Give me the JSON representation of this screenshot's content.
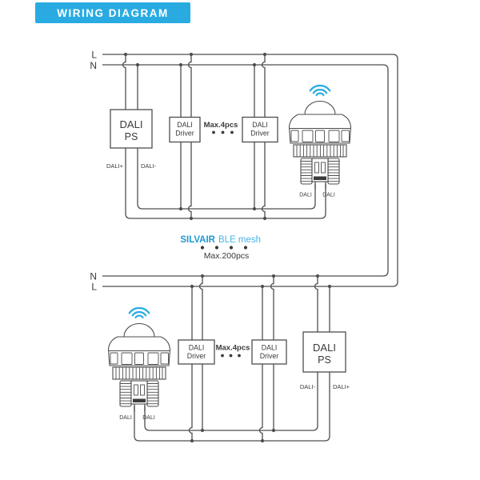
{
  "banner": {
    "label": "WIRING DIAGRAM",
    "bg": "#29abe2"
  },
  "colors": {
    "accent": "#29abe2",
    "wire": "#4d4d4d",
    "text": "#3a3a3a"
  },
  "top": {
    "rail_labels": {
      "line1": "L",
      "line2": "N"
    },
    "ps": {
      "name_line1": "DALI",
      "name_line2": "PS",
      "left_terminal": "DALI+",
      "right_terminal": "DALI-"
    },
    "drivers": [
      {
        "line1": "DALI",
        "line2": "Driver"
      },
      {
        "line1": "DALI",
        "line2": "Driver"
      }
    ],
    "max_drivers_label": "Max.4pcs",
    "sensor": {
      "left_terminal": "DALI",
      "right_terminal": "DALI"
    }
  },
  "mesh": {
    "brand": "SILVAIR",
    "network": "BLE mesh",
    "max_nodes_label": "Max.200pcs"
  },
  "bottom": {
    "rail_labels": {
      "line1": "N",
      "line2": "L"
    },
    "drivers": [
      {
        "line1": "DALI",
        "line2": "Driver"
      },
      {
        "line1": "DALI",
        "line2": "Driver"
      }
    ],
    "max_drivers_label": "Max.4pcs",
    "ps": {
      "name_line1": "DALI",
      "name_line2": "PS",
      "left_terminal": "DALI-",
      "right_terminal": "DALI+"
    },
    "sensor": {
      "left_terminal": "DALI",
      "right_terminal": "DALI"
    }
  }
}
